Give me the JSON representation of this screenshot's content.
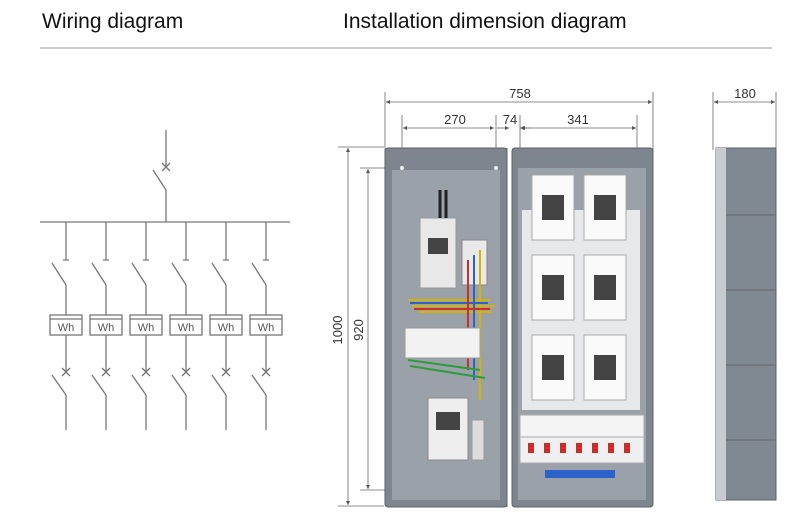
{
  "headings": {
    "wiring": "Wiring diagram",
    "installation": "Installation dimension diagram"
  },
  "wiring_diagram": {
    "meter_label": "Wh",
    "branch_count": 6
  },
  "dimensions": {
    "overall_width": "758",
    "left_section": "270",
    "gap": "74",
    "right_section": "341",
    "depth": "180",
    "overall_height": "1000",
    "inner_height": "920"
  },
  "colors": {
    "line": "#6b6b6b",
    "cabinet": "#8c939c",
    "panel": "#e6e8ea"
  }
}
